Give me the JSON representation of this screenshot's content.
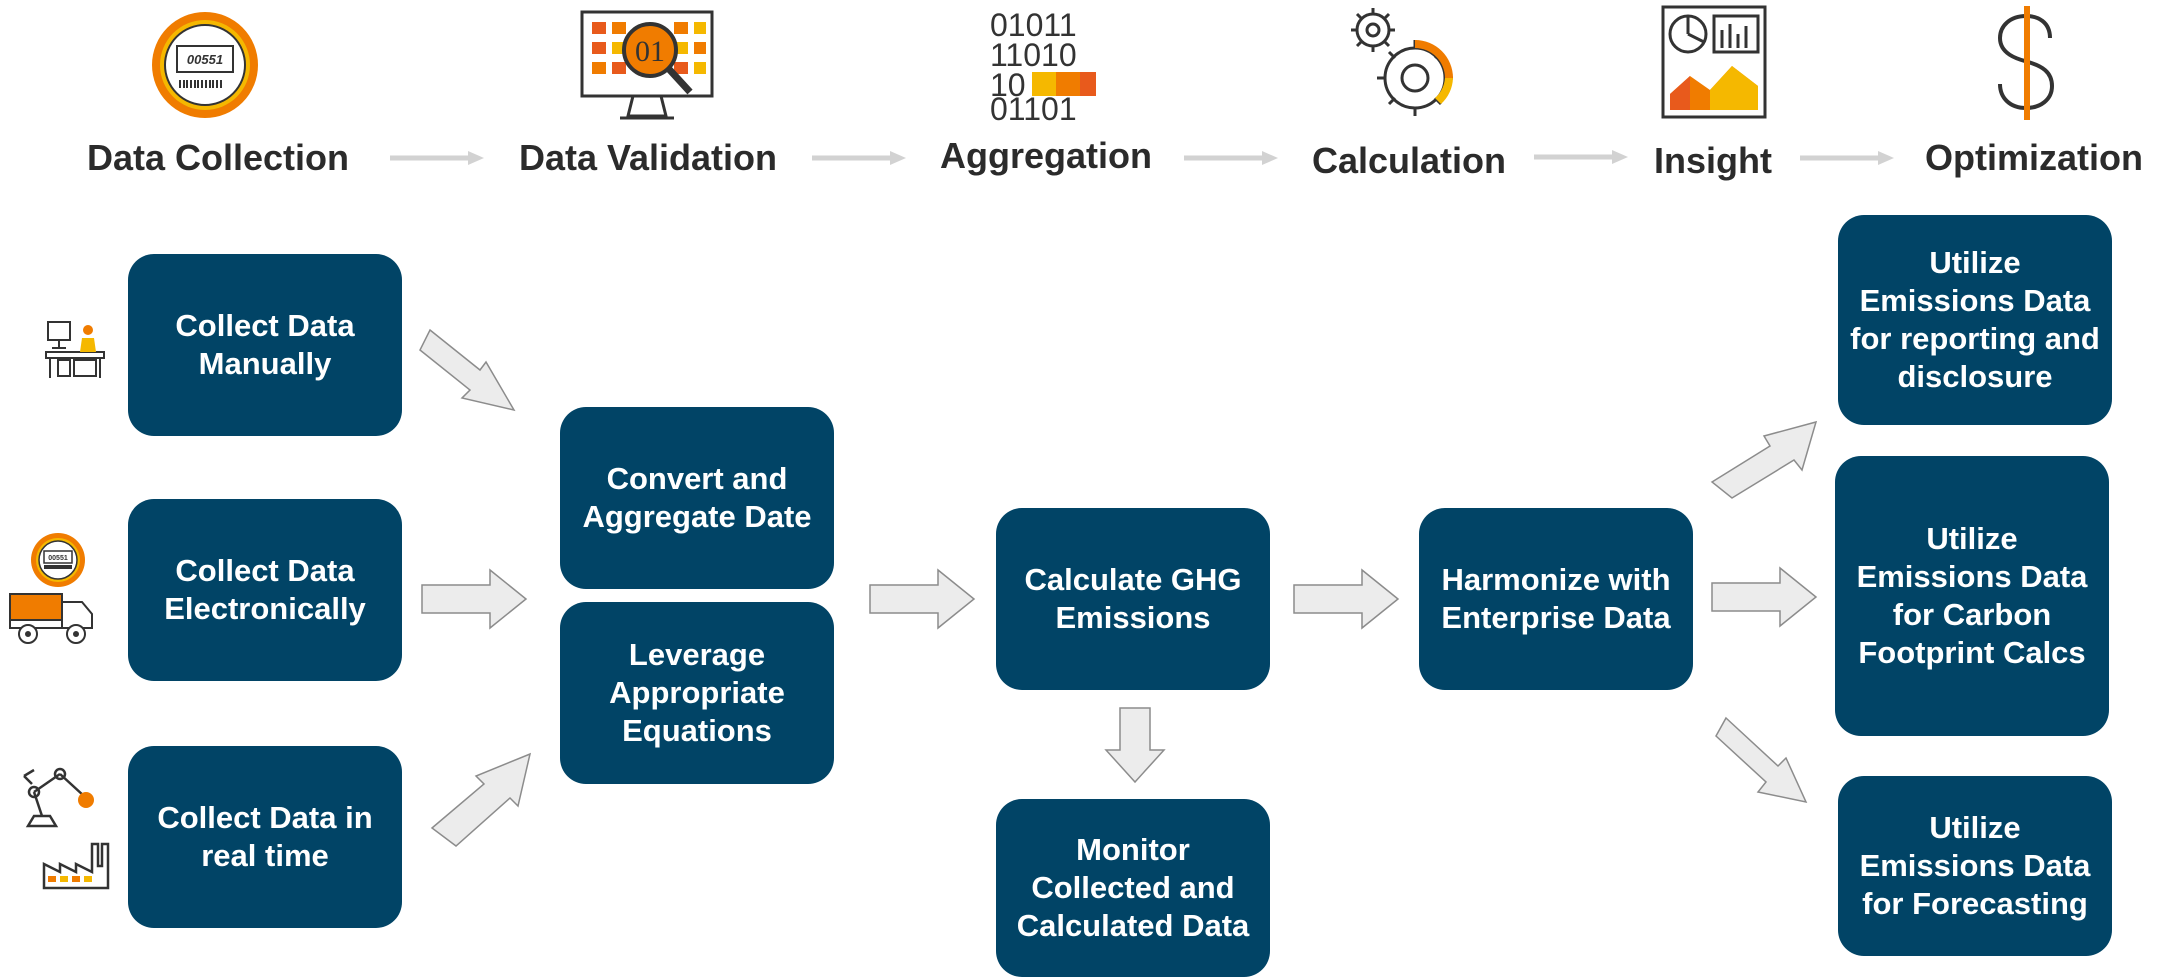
{
  "stages": [
    {
      "label": "Data Collection",
      "icon": "meter-icon"
    },
    {
      "label": "Data Validation",
      "icon": "monitor-magnifier-icon"
    },
    {
      "label": "Aggregation",
      "icon": "binary-data-icon"
    },
    {
      "label": "Calculation",
      "icon": "gears-icon"
    },
    {
      "label": "Insight",
      "icon": "dashboard-icon"
    },
    {
      "label": "Optimization",
      "icon": "dollar-icon"
    }
  ],
  "boxes": {
    "collect_manual": "Collect Data Manually",
    "collect_electronic": "Collect Data Electronically",
    "collect_realtime": "Collect Data in real time",
    "convert_aggregate": "Convert and Aggregate Date",
    "leverage_equations": "Leverage Appropriate Equations",
    "calculate_ghg": "Calculate GHG Emissions",
    "monitor": "Monitor Collected and Calculated Data",
    "harmonize": "Harmonize with Enterprise Data",
    "utilize_reporting": "Utilize Emissions Data for reporting and disclosure",
    "utilize_carbon": "Utilize Emissions Data for Carbon Footprint Calcs",
    "utilize_forecasting": "Utilize Emissions Data for Forecasting"
  },
  "source_icons": [
    "person-at-desk-icon",
    "meter-truck-icon",
    "robot-arm-factory-icon"
  ],
  "colors": {
    "box": "#014466",
    "accent_orange": "#f07c00",
    "accent_yellow": "#f5b800",
    "arrow_fill": "#ececec",
    "arrow_stroke": "#8c8c8c"
  }
}
